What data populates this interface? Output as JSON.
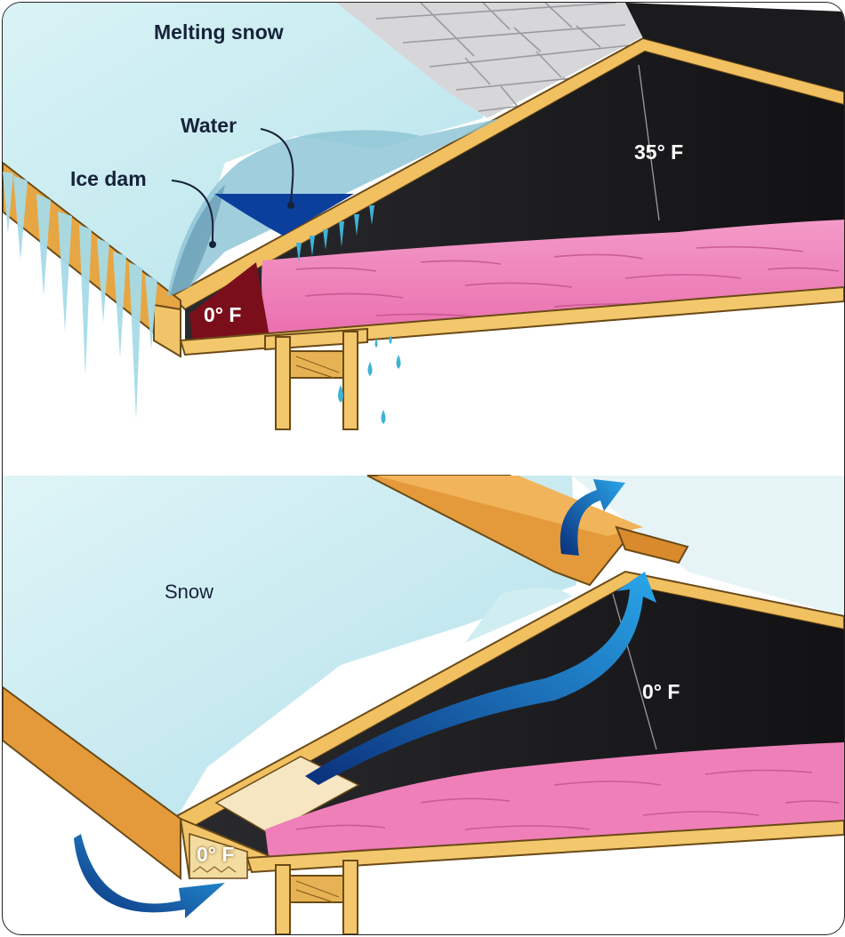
{
  "top_panel": {
    "melting_snow": "Melting snow",
    "water": "Water",
    "ice_dam": "Ice dam",
    "attic_temp": "35° F",
    "eave_temp": "0° F"
  },
  "bottom_panel": {
    "snow": "Snow",
    "attic_temp": "0° F",
    "eave_temp": "0° F"
  },
  "colors": {
    "snow": "#cdeef2",
    "ice": "#7fb8cc",
    "water": "#0b3f9c",
    "attic": "#1c1c20",
    "insulation": "#ef7fb8",
    "wood": "#e8a640",
    "airflow": "#1f7fd6"
  }
}
